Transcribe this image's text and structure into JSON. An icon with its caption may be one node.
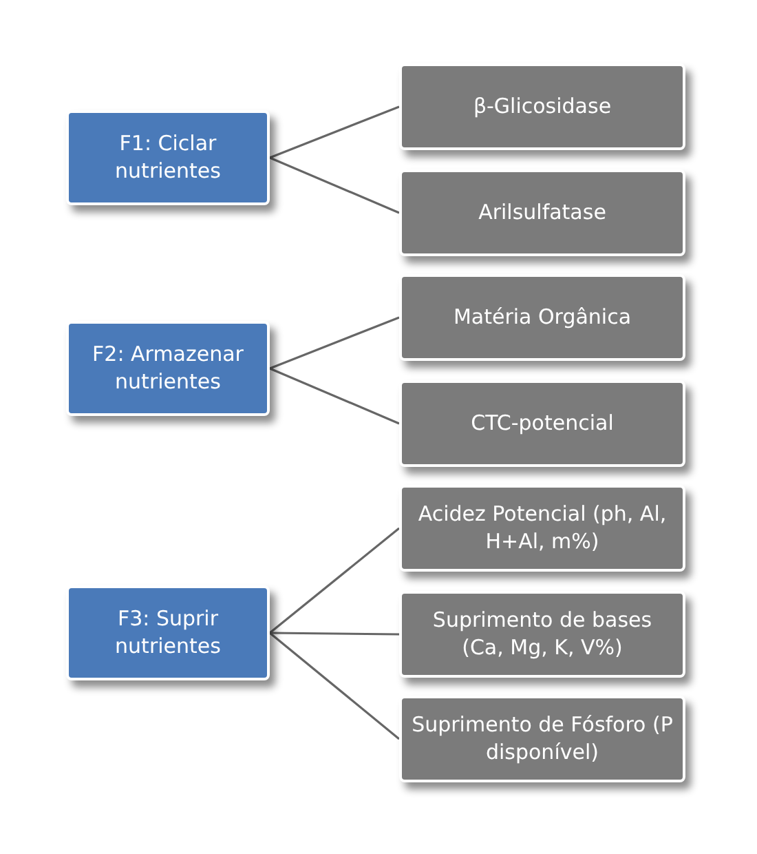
{
  "diagram": {
    "nodes": [
      {
        "text": [
          "F1: Ciclar nutrientes"
        ]
      },
      {
        "text": [
          "F2: Armazenar nutrientes"
        ]
      },
      {
        "text": [
          "F3: Suprir nutrientes"
        ]
      },
      {
        "text": [
          "β-Glicosidase"
        ]
      },
      {
        "text": [
          "Arilsulfatase"
        ]
      },
      {
        "text": [
          "Matéria Orgânica"
        ]
      },
      {
        "text": [
          "CTC-potencial"
        ]
      },
      {
        "text": [
          "Acidez Potencial (ph, Al, H+Al, m%)"
        ]
      },
      {
        "text": [
          "Suprimento de bases (Ca, Mg, K, V%)"
        ]
      },
      {
        "text": [
          "Suprimento de Fósforo (P disponível)"
        ]
      }
    ],
    "edges": [
      {
        "from": 0,
        "to": 3,
        "arrow": "none"
      },
      {
        "from": 0,
        "to": 4,
        "arrow": "none"
      },
      {
        "from": 1,
        "to": 5,
        "arrow": "none"
      },
      {
        "from": 1,
        "to": 6,
        "arrow": "none"
      },
      {
        "from": 2,
        "to": 7,
        "arrow": "none"
      },
      {
        "from": 2,
        "to": 8,
        "arrow": "none"
      },
      {
        "from": 2,
        "to": 9,
        "arrow": "none"
      }
    ]
  }
}
